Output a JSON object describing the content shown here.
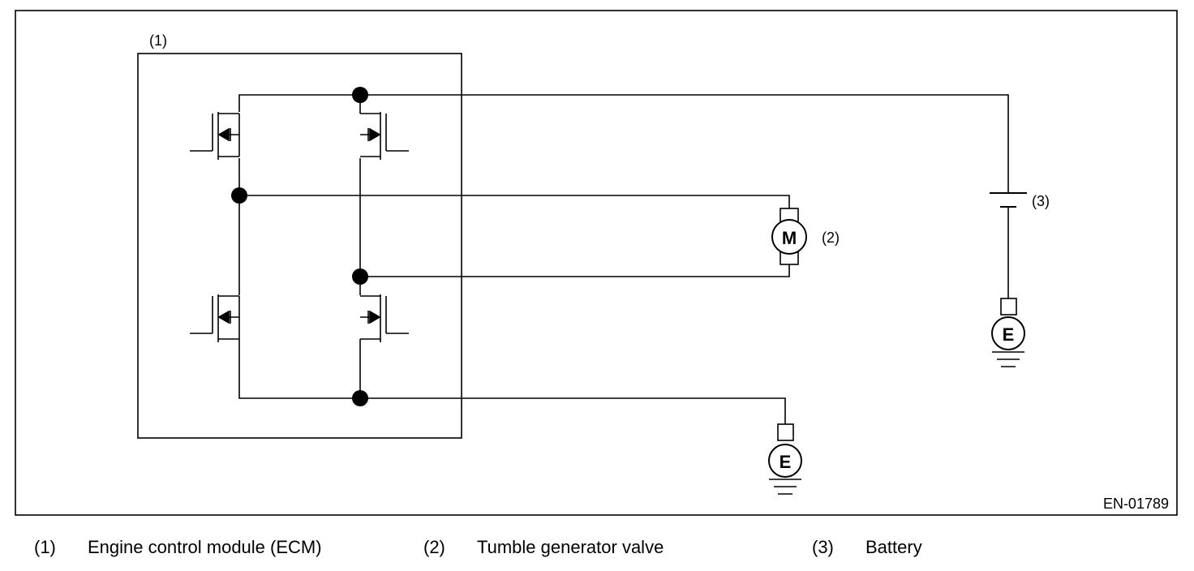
{
  "figure_id": "EN-01789",
  "callouts": {
    "ecm": "(1)",
    "valve": "(2)",
    "battery": "(3)"
  },
  "symbols": {
    "motor": "M",
    "ground": "E"
  },
  "legend": [
    {
      "num": "(1)",
      "text": "Engine control module (ECM)"
    },
    {
      "num": "(2)",
      "text": "Tumble generator valve"
    },
    {
      "num": "(3)",
      "text": "Battery"
    }
  ]
}
